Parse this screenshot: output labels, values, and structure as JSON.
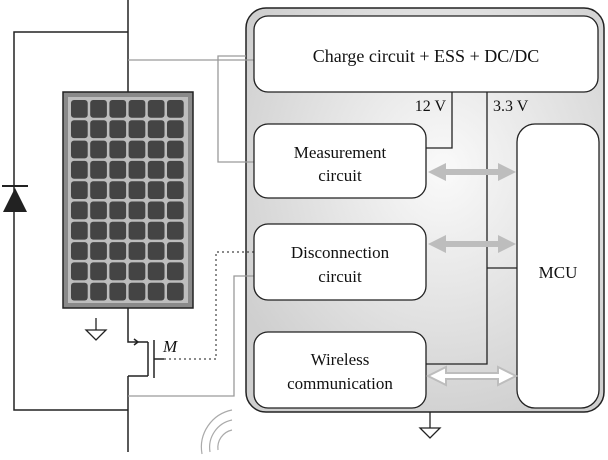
{
  "blocks": {
    "charge": "Charge circuit + ESS + DC/DC",
    "measurement": [
      "Measurement",
      "circuit"
    ],
    "disconnection": [
      "Disconnection",
      "circuit"
    ],
    "wireless": [
      "Wireless",
      "communication"
    ],
    "mcu": "MCU"
  },
  "rails": {
    "v12": "12 V",
    "v33": "3.3 V"
  },
  "mosfet_label": "M",
  "colors": {
    "module_bg": "#d9d9d9",
    "block_fill": "#ffffff",
    "stroke": "#222222",
    "wire_gray": "#9a9a9a",
    "arrow_gray": "#bdbdbd",
    "panel_cell": "#444444",
    "panel_frame": "#555555"
  }
}
